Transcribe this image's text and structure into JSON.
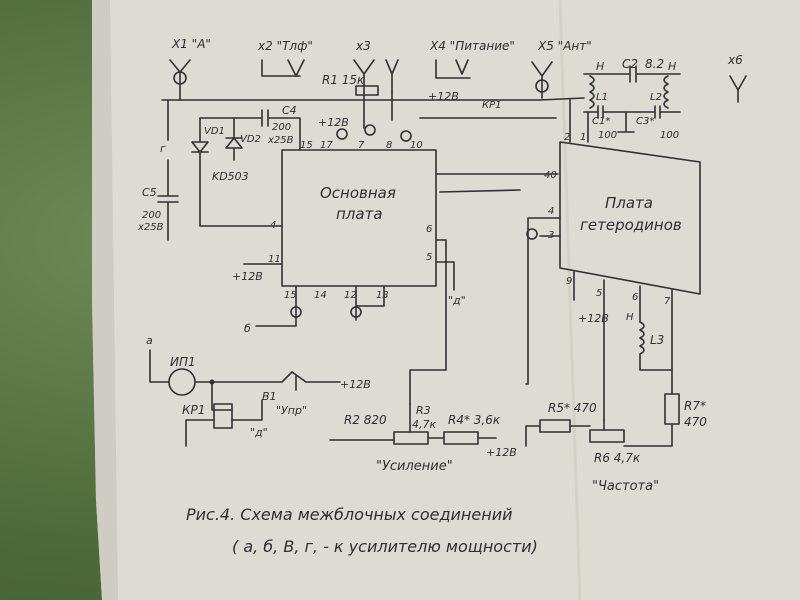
{
  "connectors": {
    "x1": "X1 \"A\"",
    "x2": "x2 \"Тлф\"",
    "x3": "x3",
    "x4": "X4 \"Питание\"",
    "x5": "X5 \"Ант\"",
    "x6": "x6"
  },
  "components": {
    "r1": "R1 15к",
    "c4": "C4",
    "c4_value": "200",
    "c4_voltage": "x25В",
    "vd1": "VD1",
    "vd2": "VD2",
    "kd": "KD503",
    "c5": "C5",
    "c5_value": "200",
    "c5_voltage": "x25В",
    "kr1_top": "КР1",
    "c2": "C2",
    "c2_value": "8.2",
    "c2_l1": "Н",
    "c2_l2": "Н",
    "c1": "C1*",
    "c1_value": "100",
    "c3": "C3*",
    "c3_value": "100",
    "l1": "L1",
    "l2": "L2",
    "l3": "L3",
    "l3_mark": "Н",
    "ip1": "ИП1",
    "kr1": "КР1",
    "b1": "В1",
    "upr": "\"Упр\"",
    "d_label": "\"д\"",
    "r2": "R2 820",
    "r3": "R3",
    "r3_value": "4,7к",
    "r4": "R4* 3,6к",
    "r5": "R5* 470",
    "r6": "R6 4,7к",
    "r7": "R7*",
    "r7_value": "470"
  },
  "blocks": {
    "main_board_line1": "Основная",
    "main_board_line2": "плата",
    "hetero_line1": "Плата",
    "hetero_line2": "гетеродинов"
  },
  "pins": {
    "main_top": [
      "15",
      "17",
      "7",
      "8",
      "10"
    ],
    "main_left_4": "4",
    "main_left_11": "11",
    "main_right_6": "6",
    "main_right_5": "5",
    "main_bottom": [
      "15",
      "14",
      "12",
      "13"
    ],
    "het_top": [
      "2",
      "1"
    ],
    "het_40": "40",
    "het_4": "4",
    "het_3": "3",
    "het_bottom": [
      "9",
      "5",
      "6",
      "7"
    ]
  },
  "labels": {
    "plus12_top": "+12В",
    "plus12_x4": "+12В",
    "plus12_left": "+12В",
    "plus12_b1": "+12В",
    "plus12_r4": "+12В",
    "plus12_het": "+12В",
    "d_main": "\"д\"",
    "b_main": "б",
    "a_ip": "а",
    "g_left": "г",
    "gain": "\"Усиление\"",
    "freq": "\"Частота\""
  },
  "caption": {
    "line1": "Рис.4.   Схема  межблочных соединений",
    "line2": "( а, б, В, г,  - к усилителю мощности)"
  }
}
